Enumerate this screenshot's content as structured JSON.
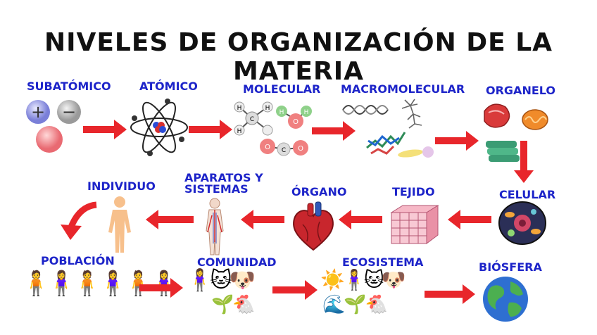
{
  "title": "NIVELES DE ORGANIZACIÓN DE LA MATERIA",
  "levels": [
    {
      "name": "SUBATÓMICO",
      "icon": "subatomic-particles-icon"
    },
    {
      "name": "ATÓMICO",
      "icon": "atom-icon"
    },
    {
      "name": "MOLECULAR",
      "icon": "molecule-icon"
    },
    {
      "name": "MACROMOLECULAR",
      "icon": "macromolecule-icon"
    },
    {
      "name": "ORGANELO",
      "icon": "organelles-icon"
    },
    {
      "name": "CELULAR",
      "icon": "cell-icon"
    },
    {
      "name": "TEJIDO",
      "icon": "tissue-icon"
    },
    {
      "name": "ÓRGANO",
      "icon": "heart-icon"
    },
    {
      "name": "APARATOS Y\nSISTEMAS",
      "line1": "APARATOS Y",
      "line2": "SISTEMAS",
      "icon": "body-systems-icon"
    },
    {
      "name": "INDIVIDUO",
      "icon": "human-figure-icon"
    },
    {
      "name": "POBLACIÓN",
      "icon": "people-group-icon"
    },
    {
      "name": "COMUNIDAD",
      "icon": "community-icon"
    },
    {
      "name": "ECOSISTEMA",
      "icon": "ecosystem-icon"
    },
    {
      "name": "BIÓSFERA",
      "icon": "earth-icon"
    }
  ],
  "colors": {
    "label": "#1d24c9",
    "arrow": "#e8262b",
    "title": "#111111"
  }
}
